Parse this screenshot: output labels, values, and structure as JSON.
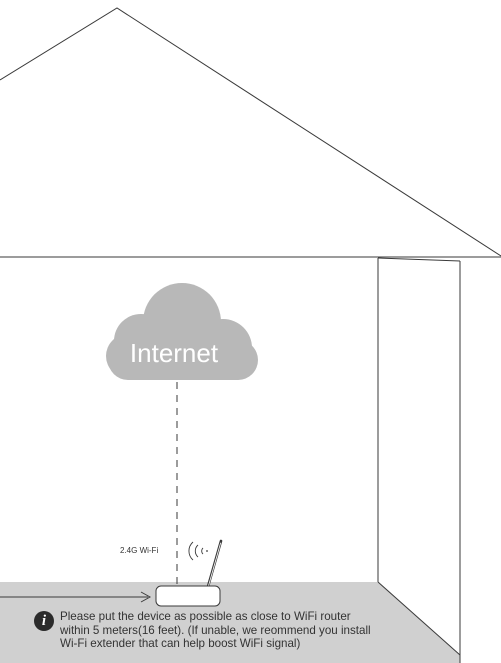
{
  "cloud": {
    "label": "Internet"
  },
  "router": {
    "wifi_label": "2.4G Wi-Fi"
  },
  "note": {
    "icon": "info-icon",
    "text": "Please put the device as possible as close to WiFi router\nwithin 5 meters(16 feet). (If unable, we reommend you install\nWi-Fi extender that can help boost WiFi signal)"
  },
  "colors": {
    "outline": "#3a3a3a",
    "cloud": "#b8b8b8",
    "floor": "#cfcfcf",
    "text": "#333333"
  }
}
